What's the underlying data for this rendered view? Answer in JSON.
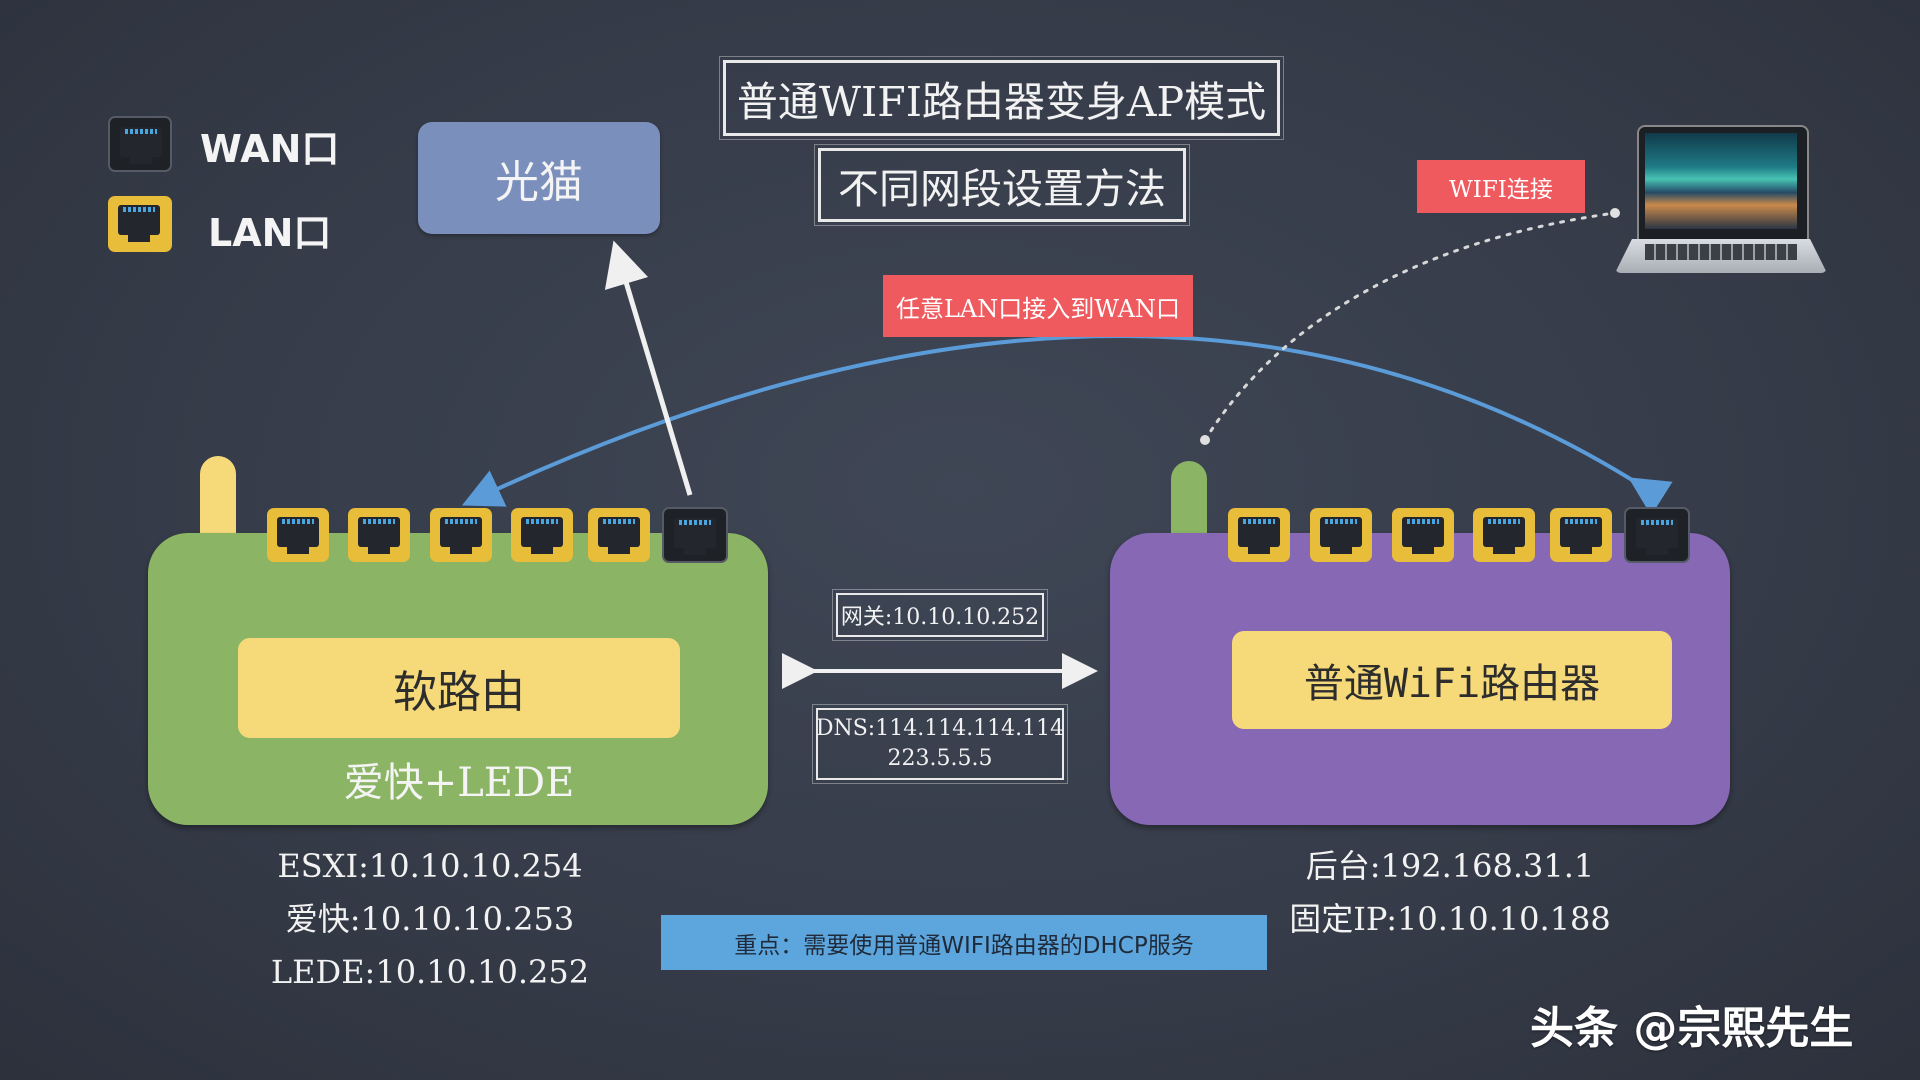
{
  "title_line1": "普通WIFI路由器变身AP模式",
  "title_line2": "不同网段设置方法",
  "legend": {
    "wan_label": "WAN口",
    "lan_label": "LAN口"
  },
  "modem": {
    "label": "光猫"
  },
  "soft_router": {
    "title": "软路由",
    "subtitle": "爱快+LEDE",
    "ips": [
      "ESXI:10.10.10.254",
      "爱快:10.10.10.253",
      "LEDE:10.10.10.252"
    ]
  },
  "wifi_router": {
    "title": "普通WiFi路由器",
    "ips": [
      "后台:192.168.31.1",
      "固定IP:10.10.10.188"
    ]
  },
  "tags": {
    "lan_to_wan": "任意LAN口接入到WAN口",
    "wifi_connect": "WIFI连接"
  },
  "link_settings": {
    "gateway": "网关:10.10.10.252",
    "dns_line1": "DNS:114.114.114.114",
    "dns_line2": "223.5.5.5"
  },
  "note": "重点：需要使用普通WIFI路由器的DHCP服务",
  "watermark": "头条 @宗熙先生",
  "colors": {
    "soft_router_body": "#8bb565",
    "wifi_router_body": "#8768b4",
    "title_plate": "#f6da7a",
    "modem_box": "#7b8fbd",
    "red_tag": "#ef5a5f",
    "note_box": "#5da6dd",
    "connector": "#5a9bd8",
    "lan_port": "#e8bd3a",
    "wan_port": "#1e2126"
  }
}
